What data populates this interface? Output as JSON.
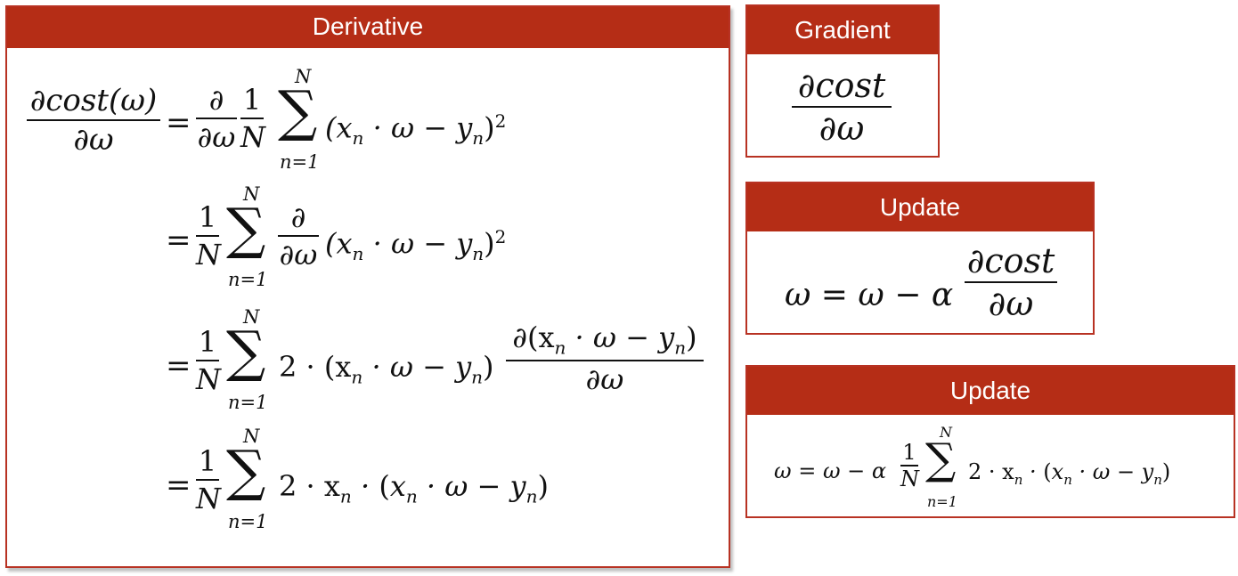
{
  "derivative": {
    "title": "Derivative",
    "lhs_num": "∂cost(ω)",
    "lhs_den": "∂ω",
    "partial": "∂",
    "d_omega": "∂ω",
    "one": "1",
    "N": "N",
    "sum_upper": "N",
    "sum_lower": "n=1",
    "line1_term": "(x",
    "line1_rest": "· ω − y",
    "close_sq": ")",
    "sq": "2",
    "sub_n": "n",
    "line3_mid": "2 · (x",
    "line3_num": "∂(x",
    "line4_body": "2 · x",
    "equals": "="
  },
  "gradient": {
    "title": "Gradient",
    "num": "∂cost",
    "den": "∂ω"
  },
  "update1": {
    "title": "Update",
    "lhs": "ω = ω − α",
    "num": "∂cost",
    "den": "∂ω"
  },
  "update2": {
    "title": "Update",
    "lhs": "ω = ω − α",
    "one": "1",
    "N": "N",
    "sum_upper": "N",
    "sum_lower": "n=1",
    "body": "2 · x"
  }
}
